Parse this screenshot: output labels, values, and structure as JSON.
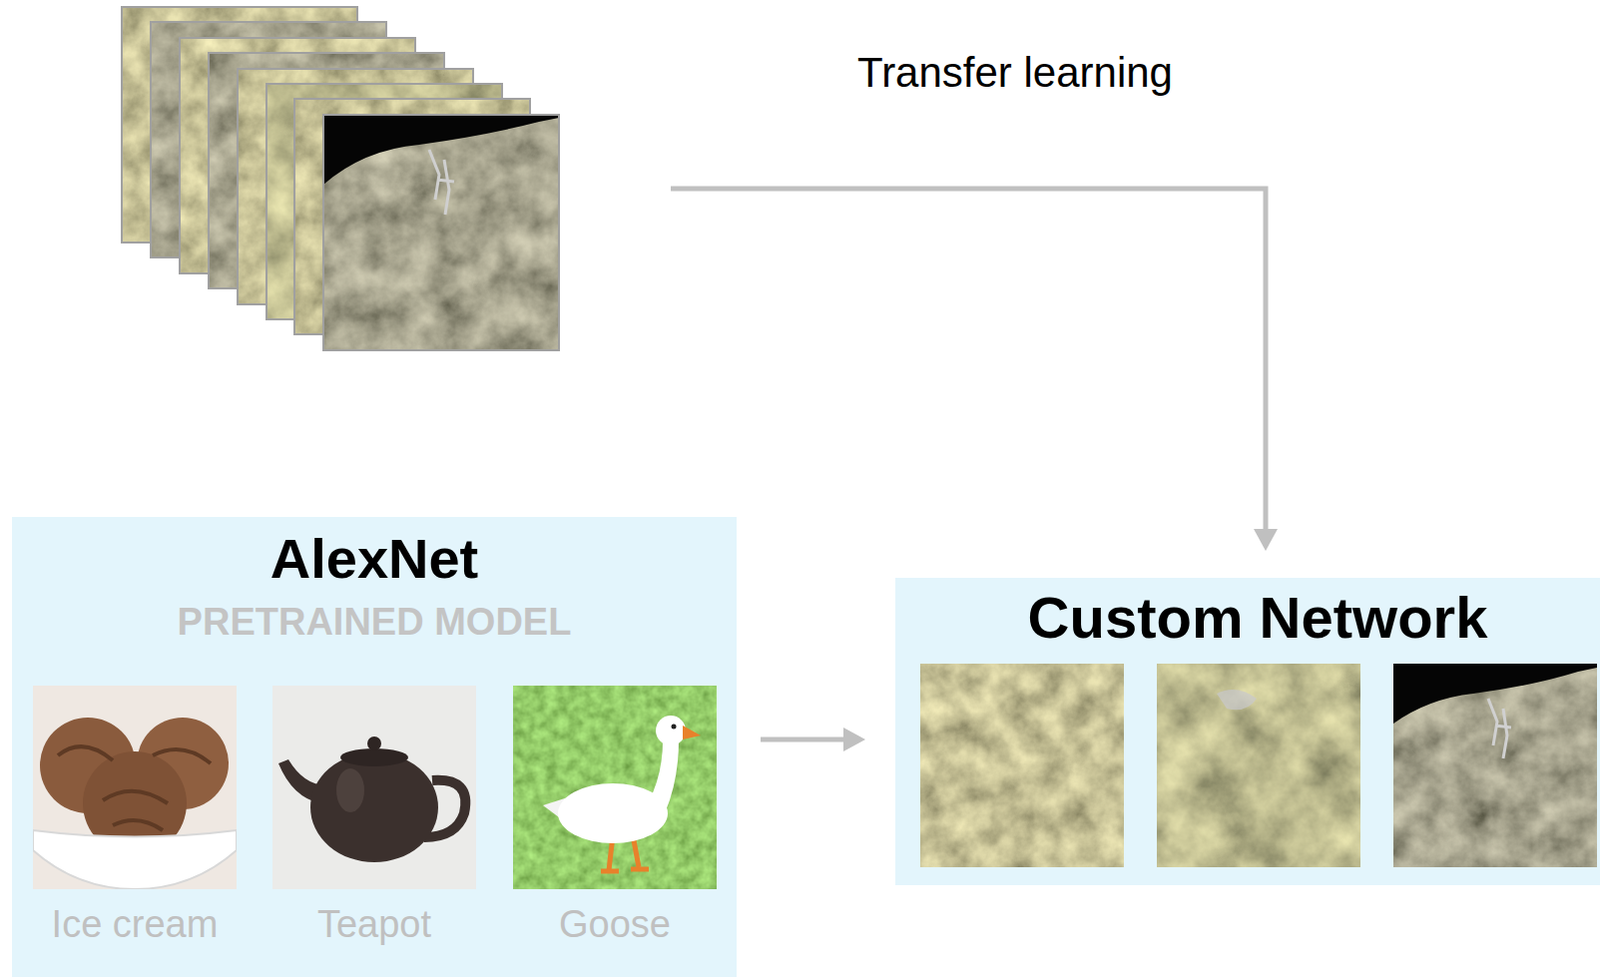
{
  "diagram": {
    "nodes": [
      {
        "text": [
          "AlexNet",
          "PRETRAINED MODEL"
        ]
      },
      {
        "text": [
          "Custom Network"
        ]
      }
    ],
    "edges": [
      {
        "from": 0,
        "to": 1,
        "arrow": "to"
      }
    ],
    "labels": [
      "Transfer learning",
      "Ice cream",
      "Teapot",
      "Goose"
    ]
  }
}
